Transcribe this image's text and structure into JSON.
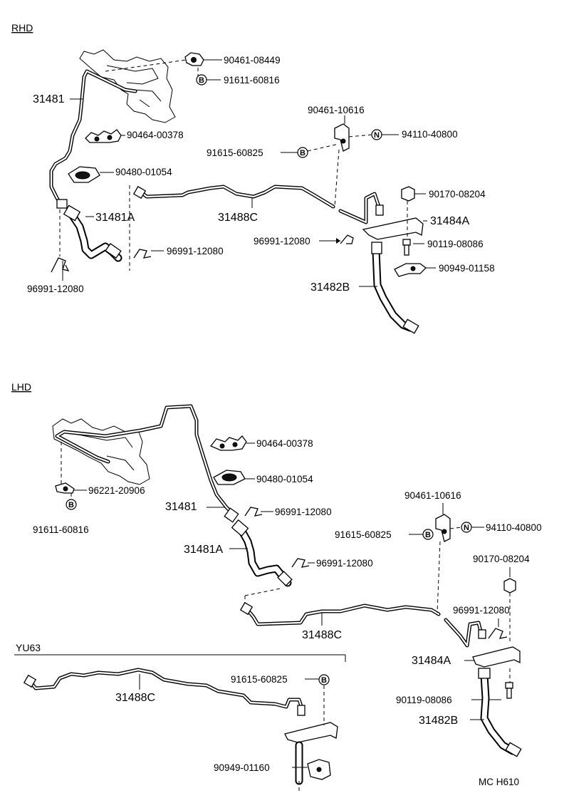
{
  "sections": {
    "rhd": "RHD",
    "lhd": "LHD",
    "yu63": "YU63"
  },
  "symbols": {
    "b": "B",
    "n": "N"
  },
  "rhd": {
    "labels": [
      "90461-08449",
      "91611-60816",
      "31481",
      "90464-00378",
      "90480-01054",
      "31481A",
      "96991-12080",
      "96991-12080",
      "90461-10616",
      "94110-40800",
      "91615-60825",
      "31488C",
      "90170-08204",
      "31484A",
      "96991-12080",
      "90119-08086",
      "90949-01158",
      "31482B"
    ]
  },
  "lhd": {
    "labels": [
      "90464-00378",
      "90480-01054",
      "96221-20906",
      "91611-60816",
      "31481",
      "96991-12080",
      "31481A",
      "96991-12080",
      "90461-10616",
      "94110-40800",
      "91615-60825",
      "90170-08204",
      "96991-12080",
      "31488C",
      "31484A",
      "90119-08086",
      "31482B"
    ]
  },
  "yu63": {
    "labels": [
      "91615-60825",
      "31488C",
      "90949-01160"
    ]
  },
  "figure_code": "MC H610"
}
